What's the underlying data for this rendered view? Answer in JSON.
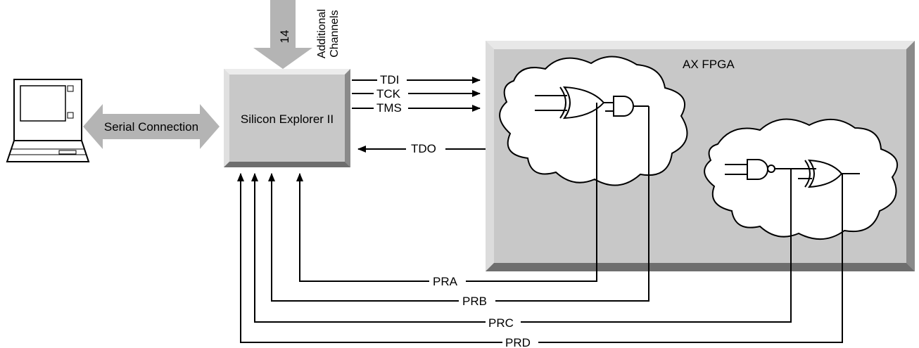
{
  "device": {
    "name": "Silicon Explorer II",
    "channel_count": "14",
    "channel_label_line1": "Additional",
    "channel_label_line2": "Channels"
  },
  "serial_link": {
    "label": "Serial Connection"
  },
  "fpga": {
    "label": "AX  FPGA"
  },
  "jtag": {
    "tdi": "TDI",
    "tck": "TCK",
    "tms": "TMS",
    "tdo": "TDO"
  },
  "probes": {
    "pra": "PRA",
    "prb": "PRB",
    "prc": "PRC",
    "prd": "PRD"
  },
  "colors": {
    "panel_fill": "#c8c8c8",
    "bevel_light": "#e8e8e8",
    "bevel_dark": "#6e6e6e",
    "arrow_gray": "#b4b4b4",
    "line": "#000000"
  }
}
